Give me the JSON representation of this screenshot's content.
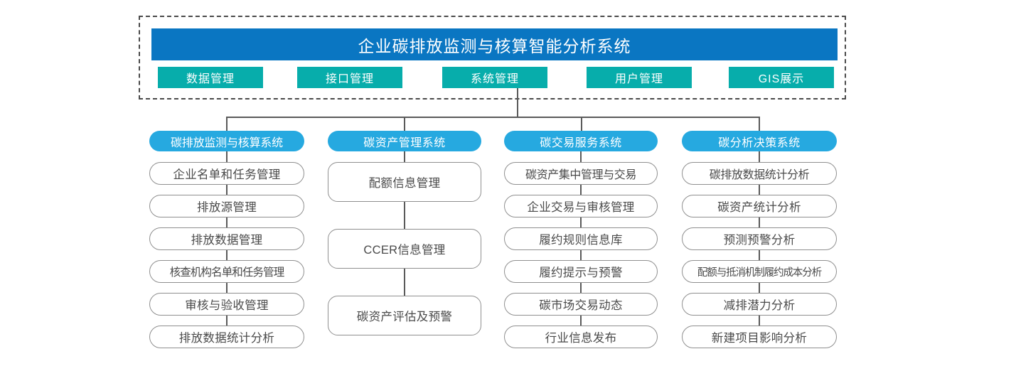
{
  "system": {
    "title": "企业碳排放监测与核算智能分析系统",
    "nav_items": [
      {
        "label": "数据管理"
      },
      {
        "label": "接口管理"
      },
      {
        "label": "系统管理"
      },
      {
        "label": "用户管理"
      },
      {
        "label": "GIS展示"
      }
    ]
  },
  "colors": {
    "title_bar": "#0A76C2",
    "nav_button": "#07ADAB",
    "column_header": "#26A9E0",
    "node_border": "#8f8f8f",
    "connector": "#5a5a5a",
    "dashed_border": "#4a4a4a"
  },
  "columns": [
    {
      "header": "碳排放监测与核算系统",
      "nodes": [
        {
          "label": "企业名单和任务管理"
        },
        {
          "label": "排放源管理"
        },
        {
          "label": "排放数据管理"
        },
        {
          "label": "核查机构名单和任务管理"
        },
        {
          "label": "审核与验收管理"
        },
        {
          "label": "排放数据统计分析"
        }
      ]
    },
    {
      "header": "碳资产管理系统",
      "nodes": [
        {
          "label": "配额信息管理"
        },
        {
          "label": "CCER信息管理"
        },
        {
          "label": "碳资产评估及预警"
        }
      ]
    },
    {
      "header": "碳交易服务系统",
      "nodes": [
        {
          "label": "碳资产集中管理与交易"
        },
        {
          "label": "企业交易与审核管理"
        },
        {
          "label": "履约规则信息库"
        },
        {
          "label": "履约提示与预警"
        },
        {
          "label": "碳市场交易动态"
        },
        {
          "label": "行业信息发布"
        }
      ]
    },
    {
      "header": "碳分析决策系统",
      "nodes": [
        {
          "label": "碳排放数据统计分析"
        },
        {
          "label": "碳资产统计分析"
        },
        {
          "label": "预测预警分析"
        },
        {
          "label": "配额与抵消机制履约成本分析"
        },
        {
          "label": "减排潜力分析"
        },
        {
          "label": "新建项目影响分析"
        }
      ]
    }
  ]
}
